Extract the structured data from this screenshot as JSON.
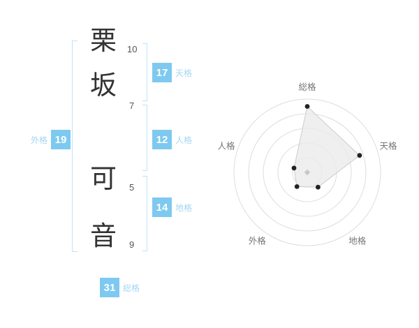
{
  "name": {
    "chars": [
      {
        "char": "栗",
        "strokes": "10"
      },
      {
        "char": "坂",
        "strokes": "7"
      },
      {
        "char": "可",
        "strokes": "5"
      },
      {
        "char": "音",
        "strokes": "9"
      }
    ]
  },
  "kaku": {
    "tenkaku": {
      "value": "17",
      "label": "天格"
    },
    "jinkaku": {
      "value": "12",
      "label": "人格"
    },
    "chikaku": {
      "value": "14",
      "label": "地格"
    },
    "gaikaku": {
      "value": "19",
      "label": "外格"
    },
    "soukaku": {
      "value": "31",
      "label": "総格"
    }
  },
  "colors": {
    "badge_bg": "#7ec9f0",
    "kaku_label": "#a7d6f2",
    "bracket": "#bfe2f6",
    "char_text": "#333333",
    "stroke_text": "#555555",
    "radar_ring": "#dddddd",
    "radar_fill": "#ebebeb",
    "radar_stroke": "#cccccc",
    "radar_dot": "#222222",
    "radar_label": "#777777",
    "radar_center": "#c8c8c8"
  },
  "chart_data": {
    "type": "radar",
    "categories": [
      "総格",
      "天格",
      "地格",
      "外格",
      "人格"
    ],
    "stroke_values": [
      31,
      17,
      14,
      19,
      12
    ],
    "values_pct_of_max": [
      90,
      75,
      25,
      24,
      19
    ],
    "rings": 5,
    "start_angle_deg": -90,
    "grid": "concentric-circles",
    "legend": false,
    "title": ""
  }
}
